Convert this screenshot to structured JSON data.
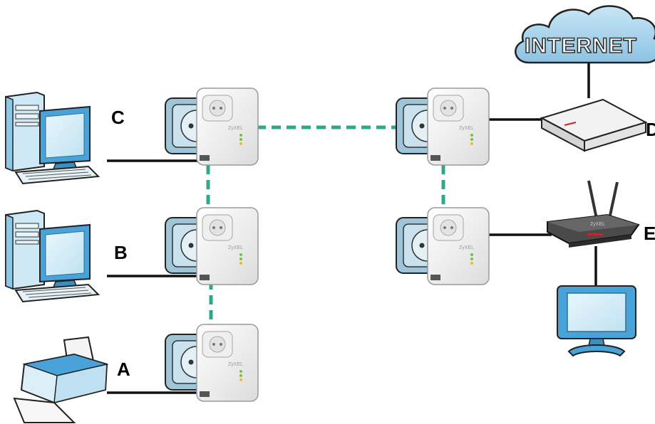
{
  "cloud": {
    "text": "INTERNET"
  },
  "labels": {
    "a": "A",
    "b": "B",
    "c": "C",
    "d": "D",
    "e": "E"
  },
  "adapter": {
    "brand": "ZyXEL"
  },
  "colors": {
    "wire": "#111111",
    "powerline": "#2fa88a",
    "socket_plate": "#9fc6d8",
    "socket_face": "#c9e2ee",
    "cloud": "#a9d3ea",
    "computer": "#4aa3d8",
    "router": "#555555",
    "router_accent": "#c0272d"
  }
}
